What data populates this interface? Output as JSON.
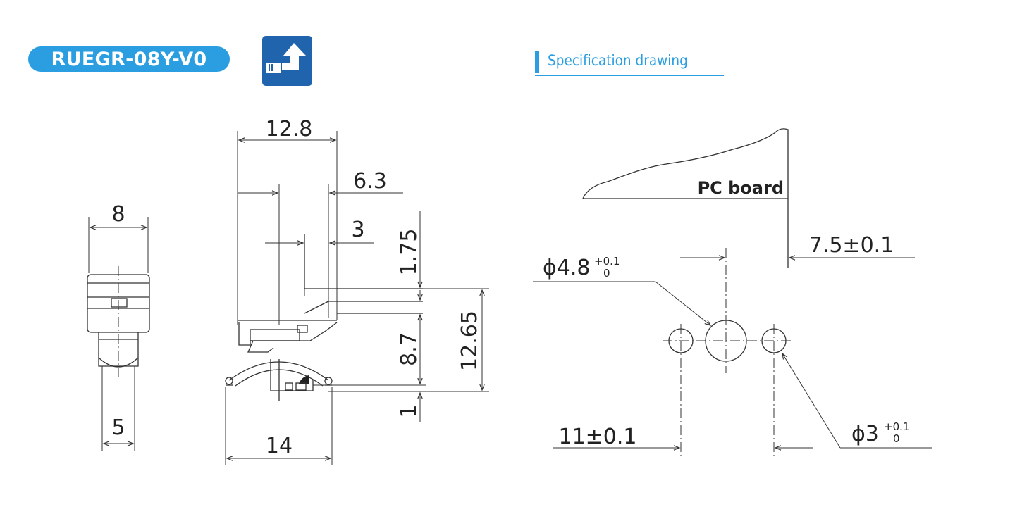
{
  "product": {
    "model": "RUEGR-08Y-V0"
  },
  "section": {
    "title": "Specification drawing"
  },
  "icons": {
    "mount": "mount-direction-icon"
  },
  "colors": {
    "accent": "#2a9ee0",
    "icon_bg": "#1f64ad"
  },
  "side_view": {
    "width_top": "8",
    "width_bottom": "5"
  },
  "front_view": {
    "width_total": "12.8",
    "offset_a": "6.3",
    "offset_b": "3",
    "height_a": "1.75",
    "height_b": "8.7",
    "height_c": "1",
    "height_total": "12.65",
    "width_clip": "14"
  },
  "panel_hole": {
    "board_label": "PC board",
    "edge_distance": "7.5±0.1",
    "hole_large": "ϕ4.8",
    "hole_large_tol_upper": "+0.1",
    "hole_large_tol_lower": "0",
    "hole_small": "ϕ3",
    "hole_small_tol_upper": "+0.1",
    "hole_small_tol_lower": "0",
    "pitch": "11±0.1"
  }
}
